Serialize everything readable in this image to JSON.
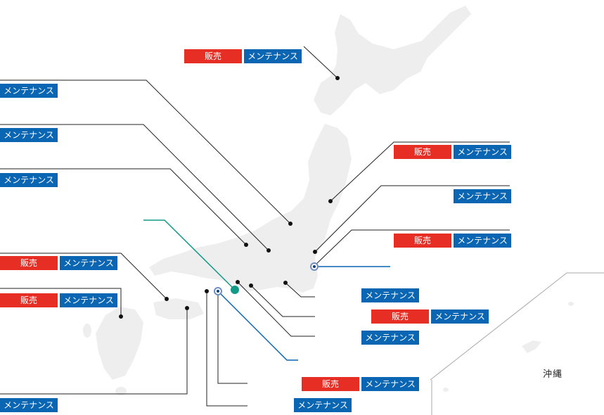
{
  "colors": {
    "sales": "#e62e24",
    "maintenance": "#0a65b3",
    "land": "#eeeeee",
    "line": "#222222",
    "highlight_teal": "#119a86",
    "highlight_blue": "#0a65b3"
  },
  "legend": {
    "sales": "販売",
    "maintenance": "メンテナンス"
  },
  "okinawa": {
    "label": "沖縄"
  },
  "locations": [
    {
      "id": "hokkaido",
      "tags": [
        "販売",
        "メンテナンス"
      ]
    },
    {
      "id": "west-1",
      "tags": [
        "メンテナンス"
      ]
    },
    {
      "id": "west-2",
      "tags": [
        "メンテナンス"
      ]
    },
    {
      "id": "west-3",
      "tags": [
        "メンテナンス"
      ]
    },
    {
      "id": "tohoku-north",
      "tags": [
        "販売",
        "メンテナンス"
      ]
    },
    {
      "id": "tohoku-south",
      "tags": [
        "メンテナンス"
      ]
    },
    {
      "id": "kanto-east",
      "tags": [
        "販売",
        "メンテナンス"
      ]
    },
    {
      "id": "chugoku",
      "tags": [
        "販売",
        "メンテナンス"
      ]
    },
    {
      "id": "kyushu-north",
      "tags": [
        "販売",
        "メンテナンス"
      ]
    },
    {
      "id": "chubu-south-1",
      "tags": [
        "メンテナンス"
      ]
    },
    {
      "id": "chubu-south-2",
      "tags": [
        "販売",
        "メンテナンス"
      ]
    },
    {
      "id": "chubu-south-3",
      "tags": [
        "メンテナンス"
      ]
    },
    {
      "id": "kinki-south",
      "tags": [
        "販売",
        "メンテナンス"
      ]
    },
    {
      "id": "kinki-bottom",
      "tags": [
        "メンテナンス"
      ]
    },
    {
      "id": "kyushu-south",
      "tags": [
        "メンテナンス"
      ]
    }
  ]
}
